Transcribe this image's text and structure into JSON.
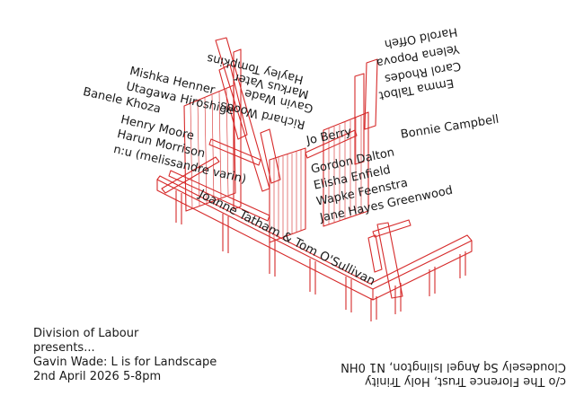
{
  "colors": {
    "structure": "#d62a2a",
    "text": "#1a1a1a",
    "background": "#ffffff"
  },
  "names": {
    "mishka": "Mishka Henner",
    "utagawa": "Utagawa Hiroshige",
    "banele": "Banele Khoza",
    "henry": "Henry Moore",
    "harun": "Harun Morrison",
    "nu": "n:u (melissandre varin)",
    "jo": "Jo Berry",
    "bonnie": "Bonnie Campbell",
    "gordon": "Gordon Dalton",
    "elisha": "Elisha Enfield",
    "wapke": "Wapke Feenstra",
    "jane": "Jane Hayes Greenwood",
    "joanne": "Joanne Tatham & Tom O'Sullivan",
    "hayley": "Hayley Tompkins",
    "markus": "Markus Vater",
    "gavin": "Gavin Wade",
    "richard": "Richard Woods",
    "harold": "Harold Offeh",
    "yelena": "Yelena Popova",
    "carol": "Carol Rhodes",
    "emma": "Emma Talbot"
  },
  "event": {
    "line1": "Division of Labour",
    "line2": "presents...",
    "line3": "Gavin Wade: L is for Landscape",
    "line4": "2nd April 2026 5-8pm"
  },
  "venue": {
    "line1": "c/o The Florence Trust, Holy Trinity",
    "line2": "Cloudesely Sq Angel Islington, N1 0HN"
  }
}
